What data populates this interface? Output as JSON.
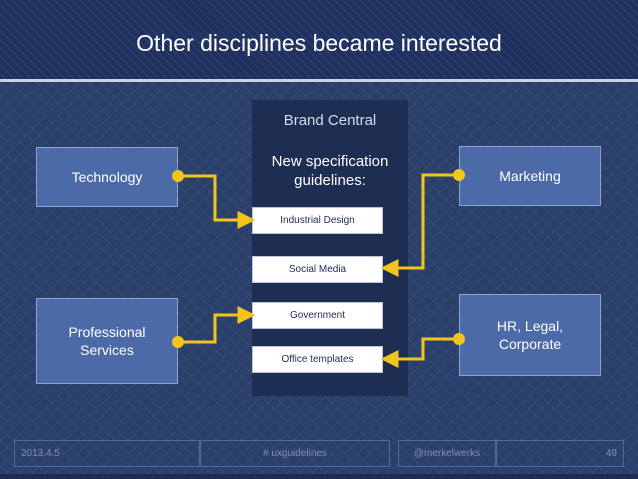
{
  "title": "Other disciplines became interested",
  "central": {
    "title": "Brand Central",
    "subtitle_line1": "New specification",
    "subtitle_line2": "guidelines:",
    "items": [
      "Industrial Design",
      "Social Media",
      "Government",
      "Office templates"
    ]
  },
  "departments": {
    "technology": "Technology",
    "professional_line1": "Professional",
    "professional_line2": "Services",
    "marketing": "Marketing",
    "hr_line1": "HR, Legal,",
    "hr_line2": "Corporate"
  },
  "footer": {
    "date": "2013.4.5",
    "hashtag": "# uxguidelines",
    "handle": "@merkelwerks",
    "page": "49"
  },
  "colors": {
    "background": "#2b3f6b",
    "central_panel": "#1e2d52",
    "department_box": "#4d6aa8",
    "connector": "#f2c41c",
    "item_box": "#ffffff"
  }
}
